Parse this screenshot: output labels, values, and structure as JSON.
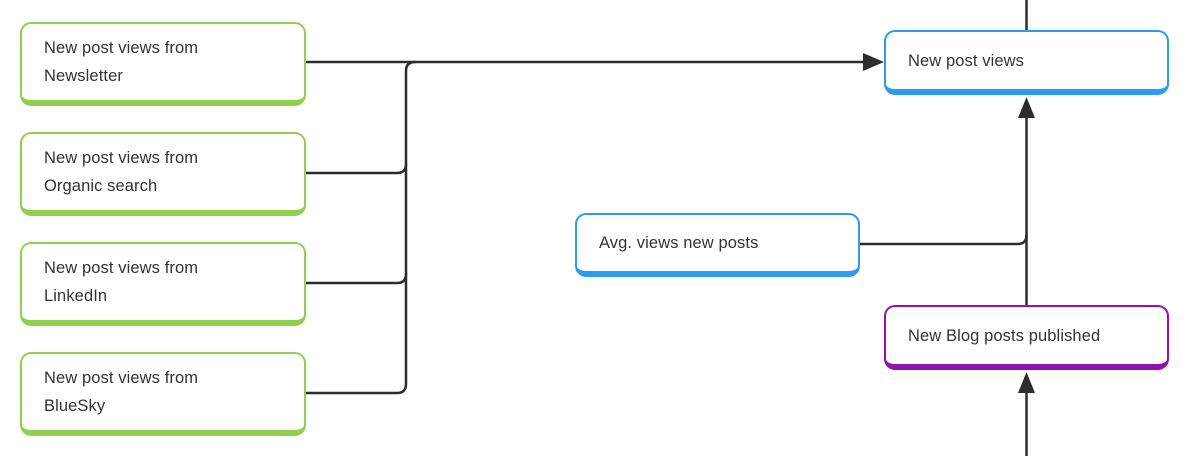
{
  "diagram": {
    "type": "flowchart",
    "colors": {
      "green": "#8FD14F",
      "blue": "#2D9BF0",
      "purple": "#9510AC",
      "line": "#2d2d2d",
      "text": "#333333"
    },
    "nodes": {
      "newsletter": {
        "id": "new-post-views-from-newsletter",
        "line1": "New post views from",
        "line2": "Newsletter",
        "color": "green"
      },
      "organic": {
        "id": "new-post-views-from-organic-search",
        "line1": "New post views from",
        "line2": "Organic search",
        "color": "green"
      },
      "linkedin": {
        "id": "new-post-views-from-linkedin",
        "line1": "New post views from",
        "line2": "LinkedIn",
        "color": "green"
      },
      "bluesky": {
        "id": "new-post-views-from-bluesky",
        "line1": "New post views from",
        "line2": "BlueSky",
        "color": "green"
      },
      "avg": {
        "id": "avg-views-new-posts",
        "label": "Avg. views new posts",
        "color": "blue"
      },
      "views": {
        "id": "new-post-views",
        "label": "New post views",
        "color": "blue"
      },
      "blog": {
        "id": "new-blog-posts-published",
        "label": "New Blog posts published",
        "color": "purple"
      }
    },
    "edges": [
      {
        "from": "new-post-views-from-newsletter",
        "to": "new-post-views",
        "arrow": true
      },
      {
        "from": "new-post-views-from-organic-search",
        "to": "new-post-views",
        "arrow": true
      },
      {
        "from": "new-post-views-from-linkedin",
        "to": "new-post-views",
        "arrow": true
      },
      {
        "from": "new-post-views-from-bluesky",
        "to": "new-post-views",
        "arrow": true
      },
      {
        "from": "avg-views-new-posts",
        "to": "new-post-views",
        "arrow": true
      },
      {
        "from": "new-blog-posts-published",
        "to": "new-post-views",
        "arrow": true
      },
      {
        "from": "offscreen-bottom",
        "to": "new-blog-posts-published",
        "arrow": true
      },
      {
        "from": "new-post-views",
        "to": "offscreen-top",
        "arrow": false
      }
    ]
  }
}
